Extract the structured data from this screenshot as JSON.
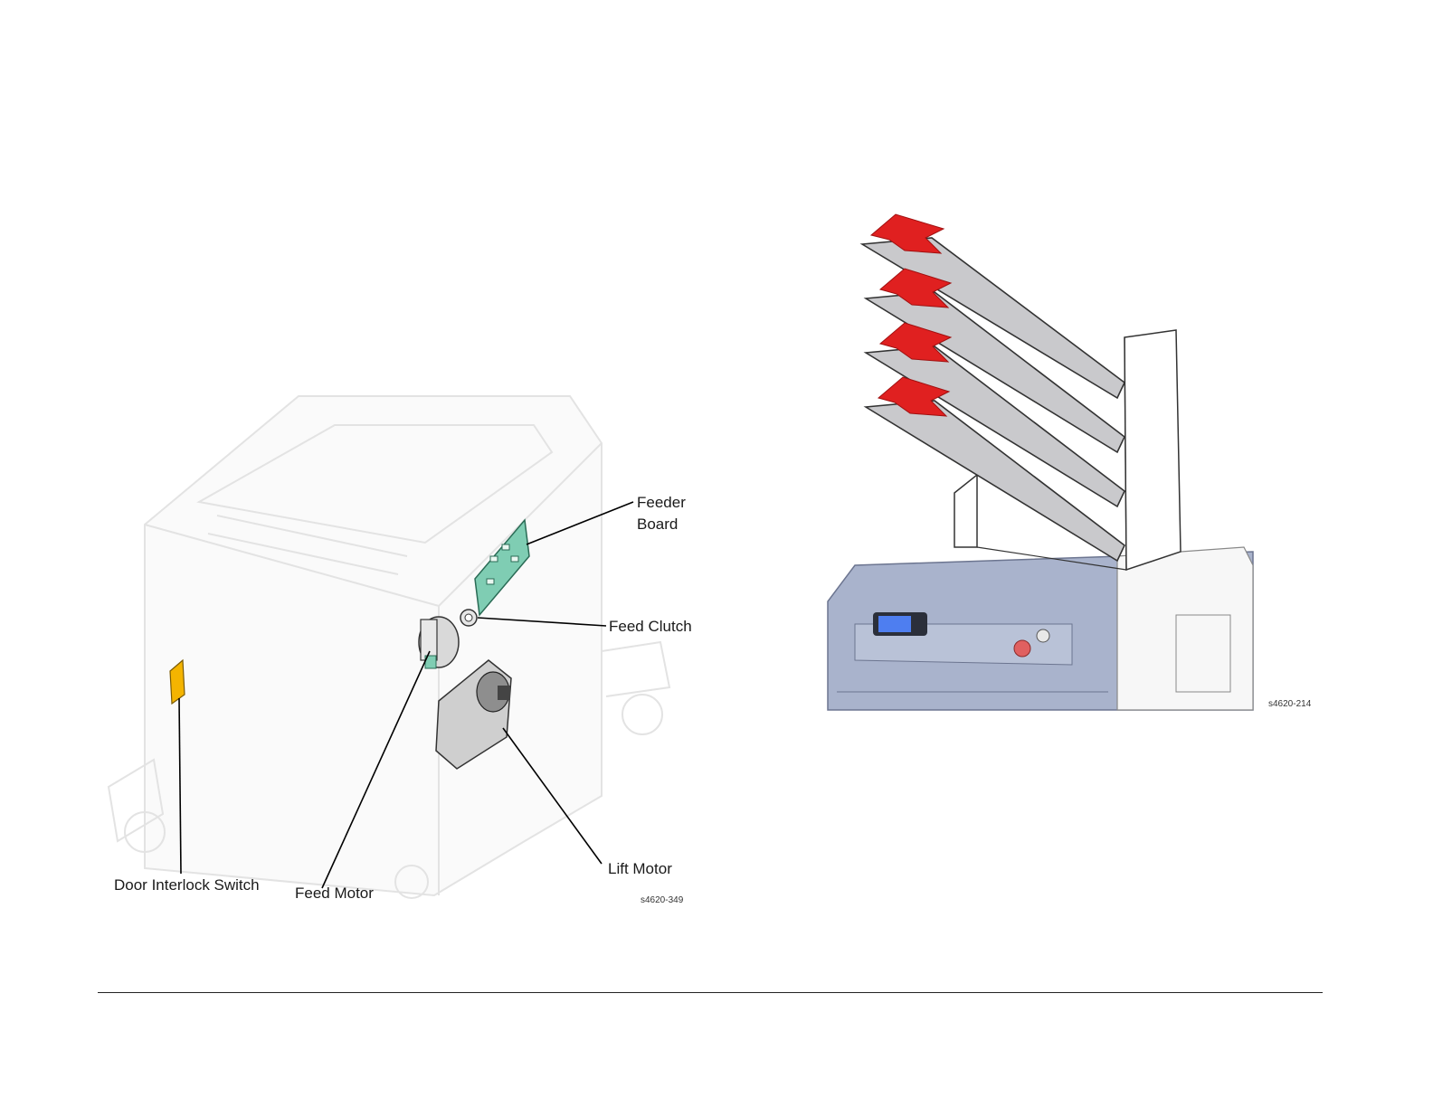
{
  "figures": {
    "left": {
      "labels": {
        "feeder_board_line1": "Feeder",
        "feeder_board_line2": "Board",
        "feed_clutch": "Feed Clutch",
        "lift_motor": "Lift Motor",
        "feed_motor": "Feed Motor",
        "door_interlock_switch": "Door Interlock Switch"
      },
      "figure_id": "s4620-349",
      "colors": {
        "feeder_board": "#7fcdb3",
        "door_switch": "#f4b400",
        "leader_line": "#000000"
      }
    },
    "right": {
      "figure_id": "s4620-214",
      "colors": {
        "arrow": "#e02020",
        "tray": "#c9c9cc",
        "printer_body": "#a9b3cc"
      }
    }
  }
}
